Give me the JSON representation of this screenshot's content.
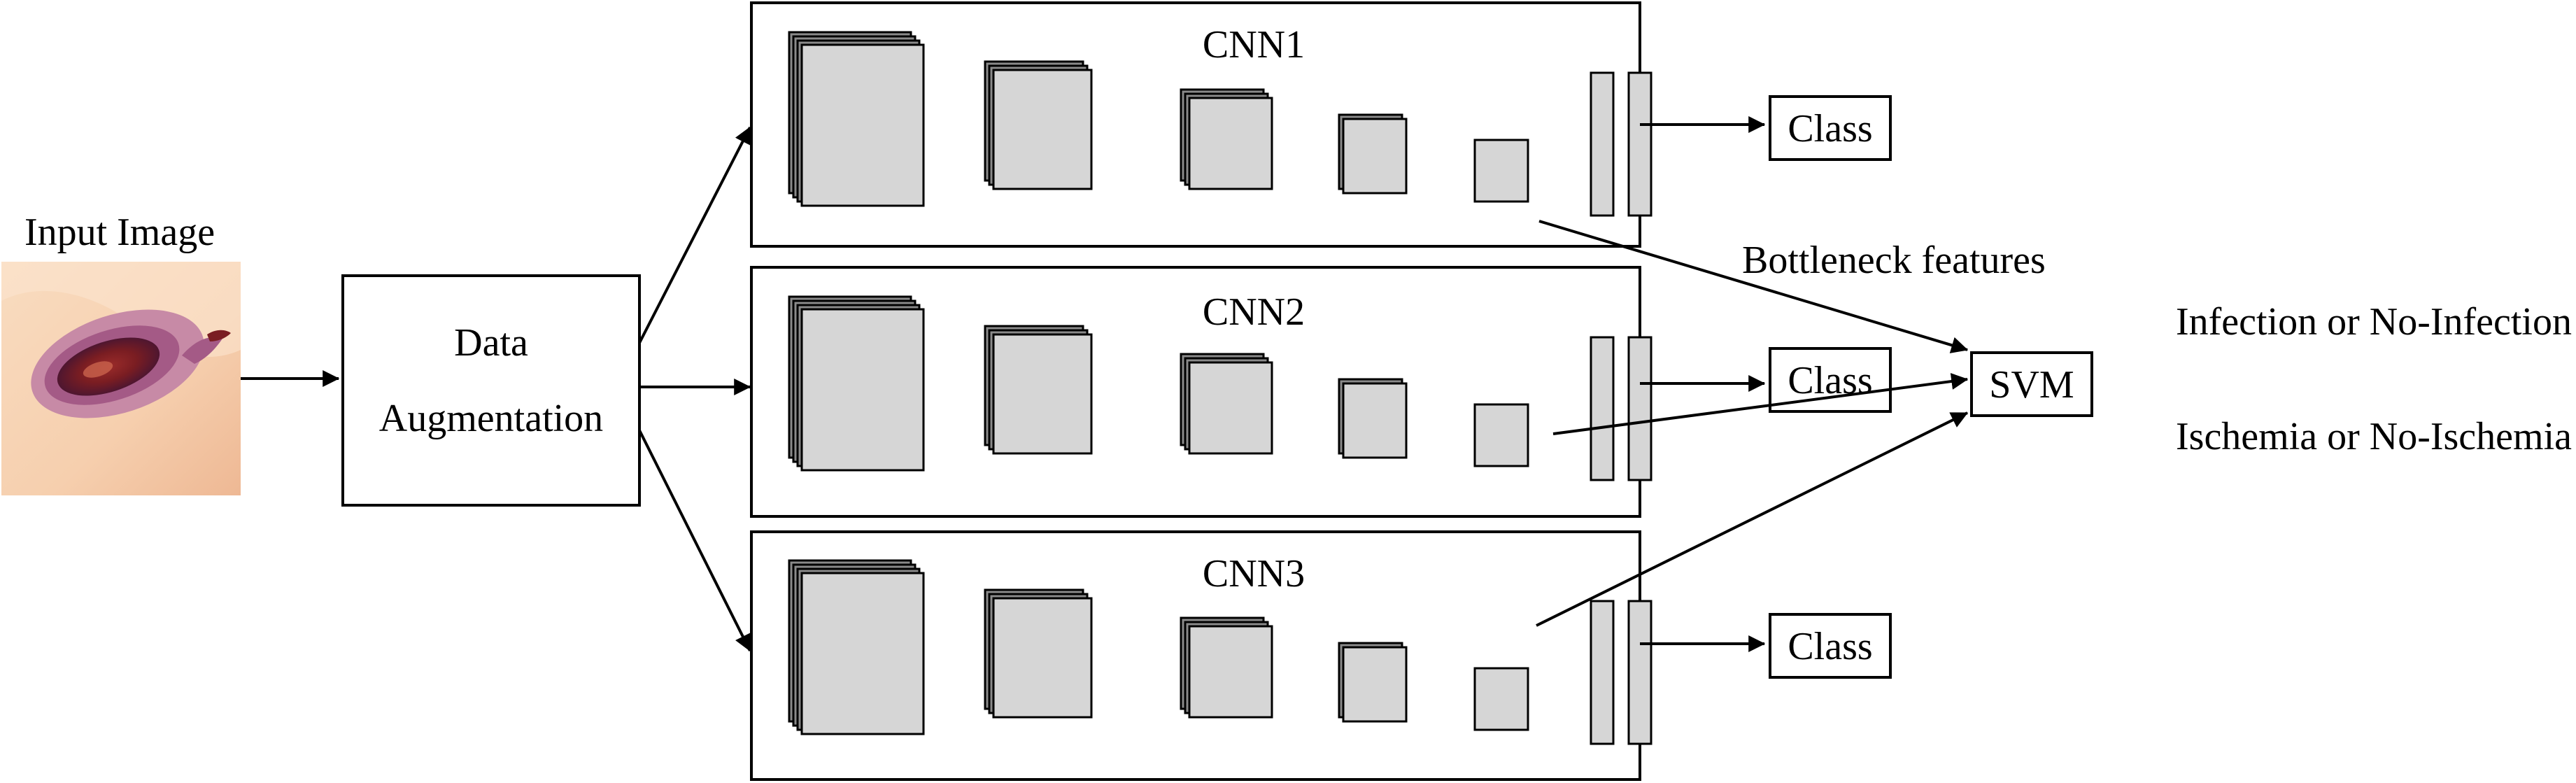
{
  "input": {
    "label": "Input Image"
  },
  "augmentation": {
    "line1": "Data",
    "line2": "Augmentation"
  },
  "cnns": [
    {
      "title": "CNN1",
      "output": "Class"
    },
    {
      "title": "CNN2",
      "output": "Class"
    },
    {
      "title": "CNN3",
      "output": "Class"
    }
  ],
  "bottleneck": {
    "label": "Bottleneck features"
  },
  "svm": {
    "label": "SVM"
  },
  "outputs": [
    {
      "label": "Infection or No-Infection"
    },
    {
      "label": "Ischemia or No-Ischemia"
    }
  ],
  "colors": {
    "stroke": "#000000",
    "block_fill": "#d6d6d6",
    "block_side": "#8a8a8a",
    "wound_skin": "#f6cfae",
    "wound_rim": "#a45a86",
    "wound_core": "#7a1d22"
  }
}
